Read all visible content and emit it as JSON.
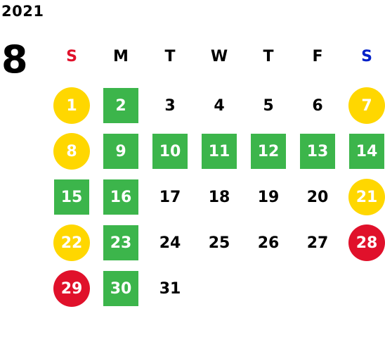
{
  "calendar": {
    "year": "2021",
    "month": "8",
    "weekdays": [
      {
        "label": "S",
        "color": "#e0112b"
      },
      {
        "label": "M",
        "color": "#000000"
      },
      {
        "label": "T",
        "color": "#000000"
      },
      {
        "label": "W",
        "color": "#000000"
      },
      {
        "label": "T",
        "color": "#000000"
      },
      {
        "label": "F",
        "color": "#000000"
      },
      {
        "label": "S",
        "color": "#0020c8"
      }
    ],
    "weeks": [
      [
        {
          "d": "1",
          "s": "yellow"
        },
        {
          "d": "2",
          "s": "green"
        },
        {
          "d": "3",
          "s": "plain"
        },
        {
          "d": "4",
          "s": "plain"
        },
        {
          "d": "5",
          "s": "plain"
        },
        {
          "d": "6",
          "s": "plain"
        },
        {
          "d": "7",
          "s": "yellow"
        }
      ],
      [
        {
          "d": "8",
          "s": "yellow"
        },
        {
          "d": "9",
          "s": "green"
        },
        {
          "d": "10",
          "s": "green"
        },
        {
          "d": "11",
          "s": "green"
        },
        {
          "d": "12",
          "s": "green"
        },
        {
          "d": "13",
          "s": "green"
        },
        {
          "d": "14",
          "s": "green"
        }
      ],
      [
        {
          "d": "15",
          "s": "green"
        },
        {
          "d": "16",
          "s": "green"
        },
        {
          "d": "17",
          "s": "plain"
        },
        {
          "d": "18",
          "s": "plain"
        },
        {
          "d": "19",
          "s": "plain"
        },
        {
          "d": "20",
          "s": "plain"
        },
        {
          "d": "21",
          "s": "yellow"
        }
      ],
      [
        {
          "d": "22",
          "s": "yellow"
        },
        {
          "d": "23",
          "s": "green"
        },
        {
          "d": "24",
          "s": "plain"
        },
        {
          "d": "25",
          "s": "plain"
        },
        {
          "d": "26",
          "s": "plain"
        },
        {
          "d": "27",
          "s": "plain"
        },
        {
          "d": "28",
          "s": "red"
        }
      ],
      [
        {
          "d": "29",
          "s": "red"
        },
        {
          "d": "30",
          "s": "green"
        },
        {
          "d": "31",
          "s": "plain"
        }
      ]
    ],
    "colors": {
      "yellow": "#ffd700",
      "green": "#3cb54b",
      "red": "#e0112b",
      "sunday": "#e0112b",
      "saturday": "#0020c8"
    }
  }
}
